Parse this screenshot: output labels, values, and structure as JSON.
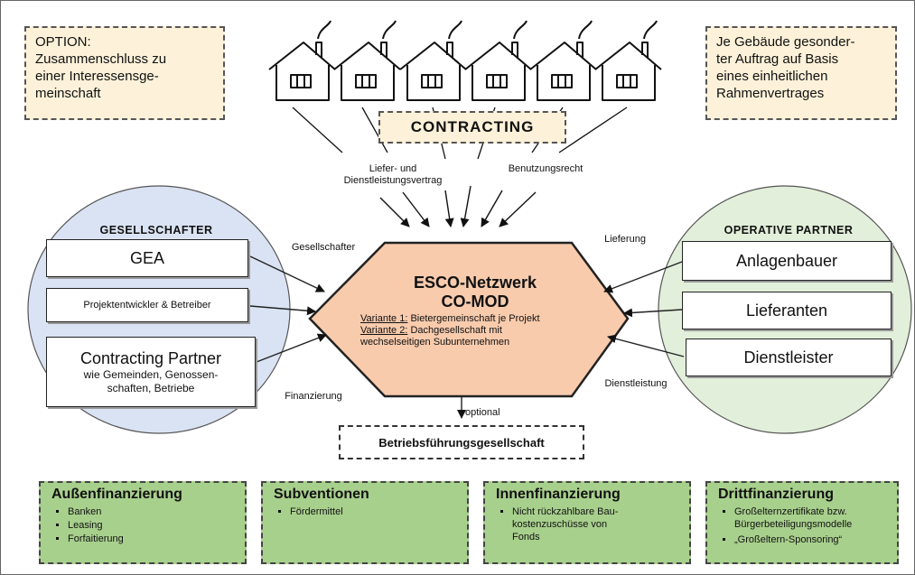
{
  "option_note": "OPTION:\nZusammenschluss zu\neiner Interessensge-\nmeinschaft",
  "right_note": "Je Gebäude gesonder-\nter Auftrag auf Basis\neines einheitlichen\nRahmenvertrages",
  "contracting": "CONTRACTING",
  "labels": {
    "liefer_dienst": "Liefer- und\nDienstleistungsvertrag",
    "benutzungsrecht": "Benutzungsrecht",
    "gesellschafter": "Gesellschafter",
    "lieferung": "Lieferung",
    "finanzierung": "Finanzierung",
    "dienstleistung": "Dienstleistung",
    "optional": "optional"
  },
  "gesellschafter": {
    "title": "GESELLSCHAFTER",
    "gea": "GEA",
    "projekt": "Projektentwickler & Betreiber",
    "cp_title": "Contracting Partner",
    "cp_sub": "wie Gemeinden, Genossen-\nschaften, Betriebe"
  },
  "operative": {
    "title": "OPERATIVE PARTNER",
    "anlagenbauer": "Anlagenbauer",
    "lieferanten": "Lieferanten",
    "dienstleister": "Dienstleister"
  },
  "esco": {
    "title1": "ESCO-Netzwerk",
    "title2": "CO-MOD",
    "v1_label": "Variante 1:",
    "v1_text": " Bietergemeinschaft je Projekt",
    "v2_label": "Variante 2:",
    "v2_text": " Dachgesellschaft mit",
    "v2_text2": "wechselseitigen Subunternehmen"
  },
  "betrieb": "Betriebsführungsgesellschaft",
  "finance": [
    {
      "title": "Außenfinanzierung",
      "items": [
        "Banken",
        "Leasing",
        "Forfaitierung"
      ]
    },
    {
      "title": "Subventionen",
      "items": [
        "Fördermittel"
      ]
    },
    {
      "title": "Innenfinanzierung",
      "items": [
        "Nicht rückzahlbare Bau-\nkostenzuschüsse von\nFonds"
      ]
    },
    {
      "title": "Drittfinanzierung",
      "items": [
        "Großelternzertifikate bzw.\nBürgerbeteiligungsmodelle",
        "„Großeltern-Sponsoring“"
      ]
    }
  ],
  "colors": {
    "note_bg": "#fdf1d9",
    "left_circle": "#dae3f3",
    "right_circle": "#e2efda",
    "hexagon": "#f8cbad",
    "finance_bg": "#a8d08d"
  }
}
